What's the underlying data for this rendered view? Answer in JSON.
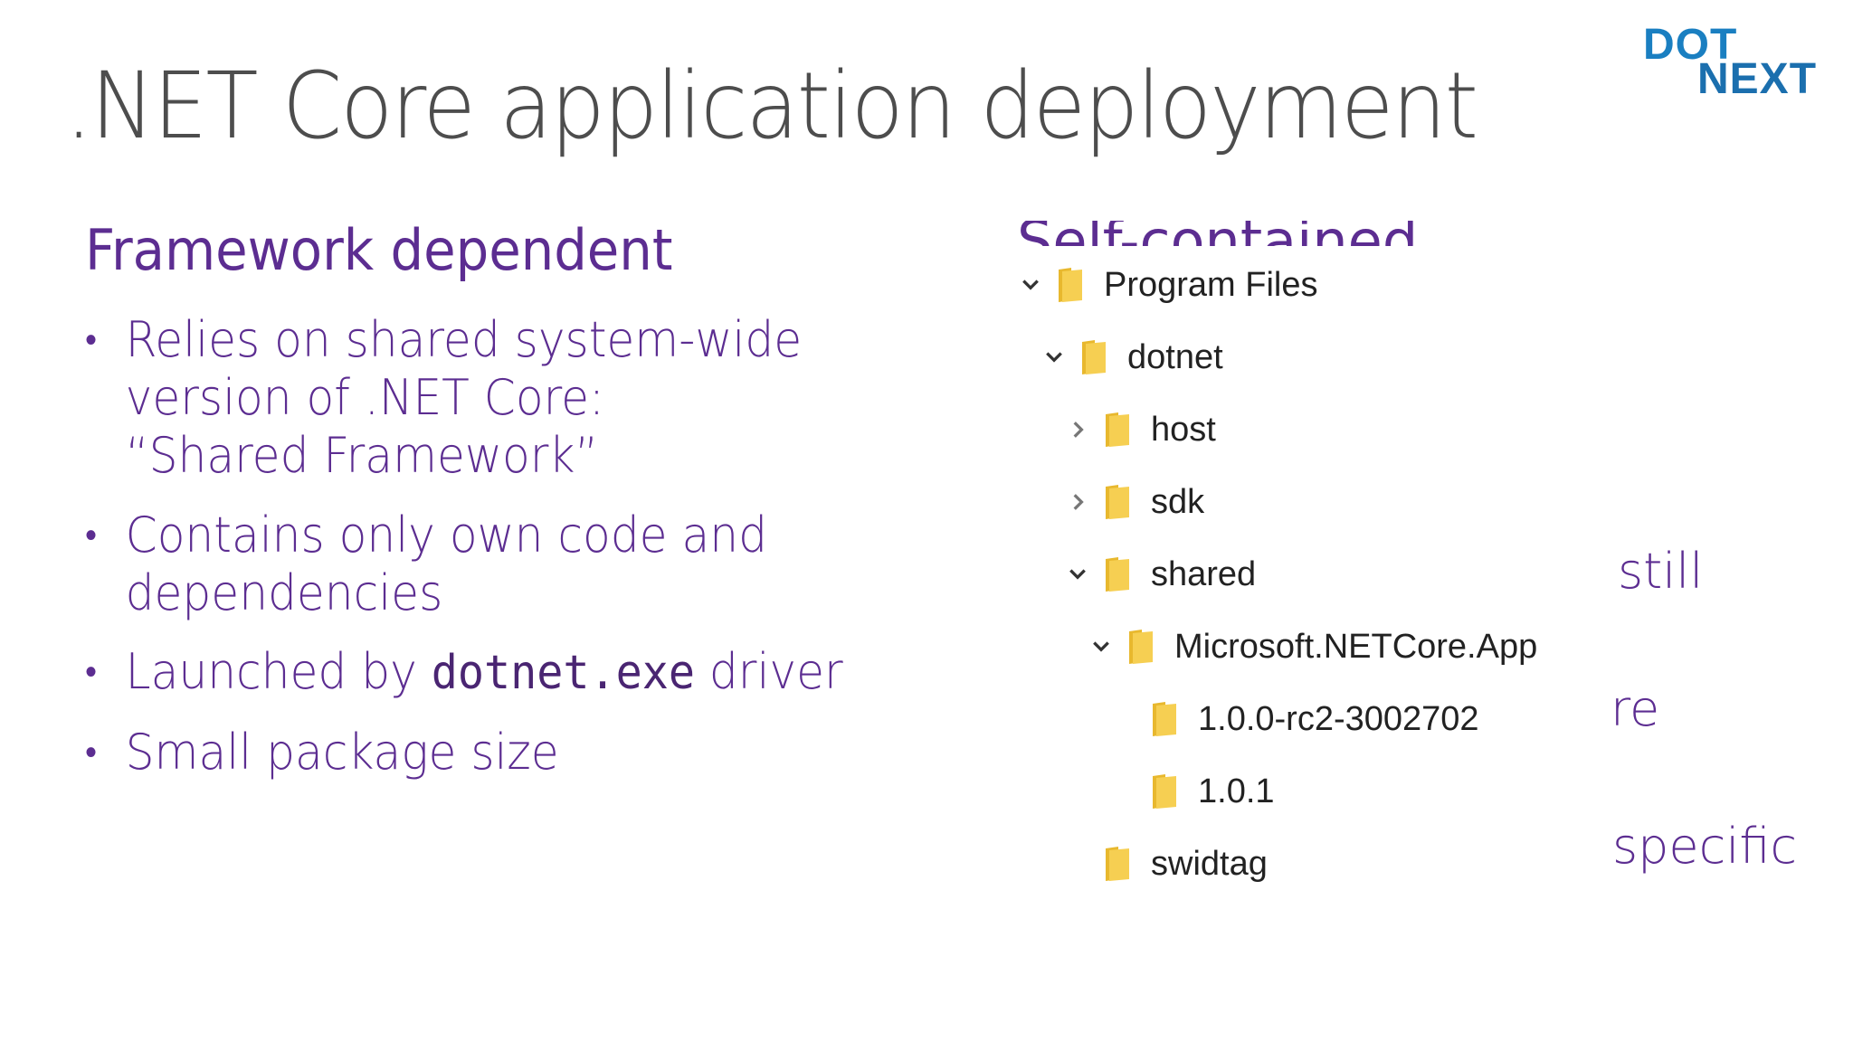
{
  "slide": {
    "title": ".NET Core application deployment",
    "logo": {
      "line1": "DOT",
      "line2": "NEXT"
    }
  },
  "left_column": {
    "heading": "Framework dependent",
    "bullets": [
      {
        "lines": [
          "Relies on shared system-wide",
          "version of .NET Core:",
          "“Shared Framework”"
        ]
      },
      {
        "lines": [
          "Contains only own code and",
          "dependencies"
        ]
      },
      {
        "prefix": "Launched by ",
        "code": "dotnet.exe",
        "suffix": " driver"
      },
      {
        "lines": [
          "Small package size"
        ]
      }
    ],
    "bullet_symbol": "•"
  },
  "right_column": {
    "heading_partial": "Self-contained",
    "fragments": [
      "still",
      "re",
      "specific"
    ]
  },
  "folder_tree": {
    "items": [
      {
        "label": "Program Files",
        "chevron": "down"
      },
      {
        "label": "dotnet",
        "chevron": "down"
      },
      {
        "label": "host",
        "chevron": "right"
      },
      {
        "label": "sdk",
        "chevron": "right"
      },
      {
        "label": "shared",
        "chevron": "down"
      },
      {
        "label": "Microsoft.NETCore.App",
        "chevron": "down"
      },
      {
        "label": "1.0.0-rc2-3002702",
        "chevron": "none"
      },
      {
        "label": "1.0.1",
        "chevron": "none"
      },
      {
        "label": "swidtag",
        "chevron": "none"
      }
    ],
    "icon": "folder-icon"
  },
  "colors": {
    "title": "#4d4d4d",
    "accent_purple": "#5c2d91",
    "logo_blue": "#1a7fc1",
    "folder_yellow": "#f4c542"
  }
}
